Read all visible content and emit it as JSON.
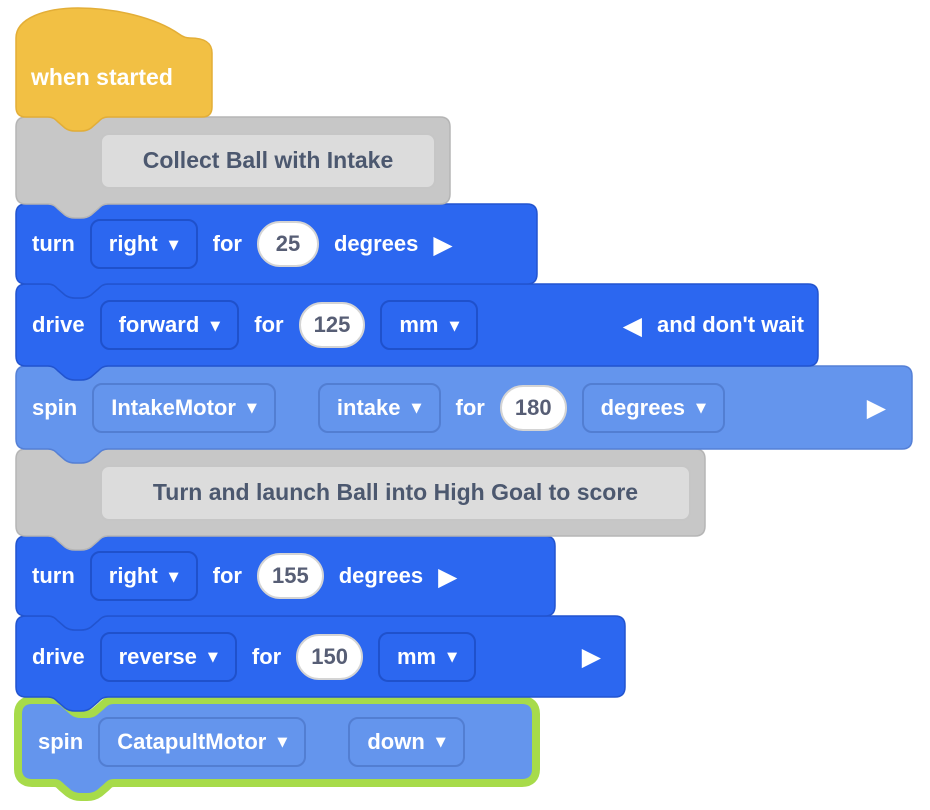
{
  "colors": {
    "drivetrain_blue": "#2C67F0",
    "motor_blue": "#6495ED",
    "hat_orange": "#F2C044",
    "comment_gray": "#C7C7C7",
    "comment_field_gray": "#DCDCDC",
    "input_text": "#575E75",
    "execution_highlight_green": "#A7DB4A"
  },
  "icons": {
    "dropdown_caret": "▼",
    "expand_arrow": "▶",
    "collapse_arrow": "◀"
  },
  "blocks": {
    "hat": {
      "label": "when started"
    },
    "comment_1": {
      "text": "Collect Ball with Intake"
    },
    "turn_1": {
      "keyword": "turn",
      "direction": "right",
      "for_label": "for",
      "value": "25",
      "unit_label": "degrees"
    },
    "drive_1": {
      "keyword": "drive",
      "direction": "forward",
      "for_label": "for",
      "value": "125",
      "unit": "mm",
      "suffix": "and don't wait"
    },
    "spin_1": {
      "keyword": "spin",
      "motor": "IntakeMotor",
      "direction": "intake",
      "for_label": "for",
      "value": "180",
      "unit": "degrees"
    },
    "comment_2": {
      "text": "Turn and launch Ball into High Goal to score"
    },
    "turn_2": {
      "keyword": "turn",
      "direction": "right",
      "for_label": "for",
      "value": "155",
      "unit_label": "degrees"
    },
    "drive_2": {
      "keyword": "drive",
      "direction": "reverse",
      "for_label": "for",
      "value": "150",
      "unit": "mm"
    },
    "spin_2": {
      "keyword": "spin",
      "motor": "CatapultMotor",
      "direction": "down",
      "state": "executing"
    }
  }
}
